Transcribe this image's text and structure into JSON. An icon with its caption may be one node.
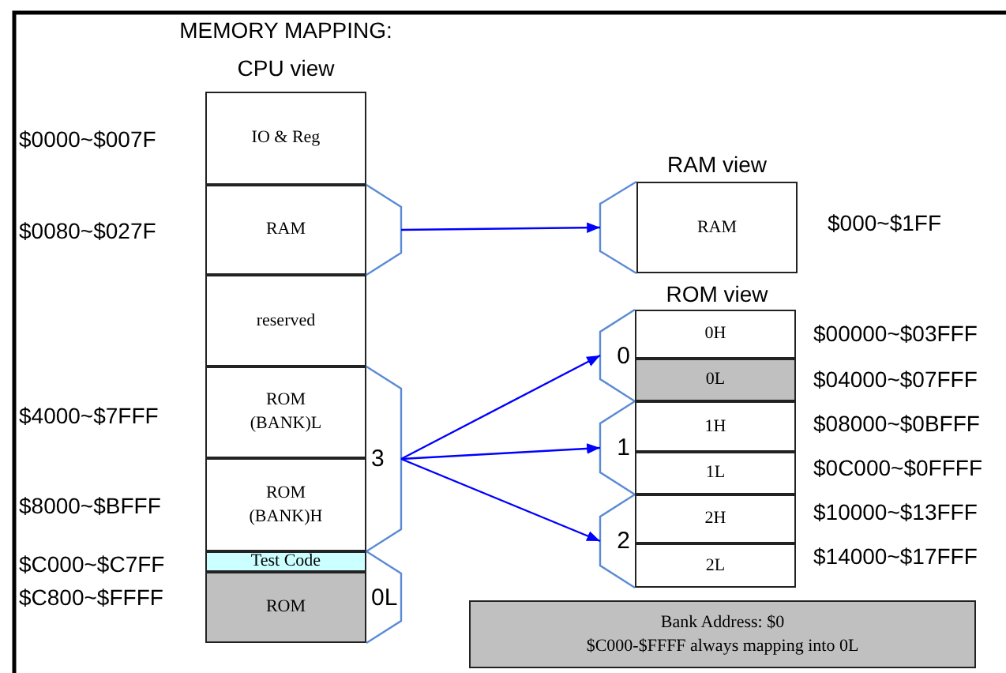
{
  "diagram": {
    "title": "MEMORY MAPPING:",
    "nodes": [
      {
        "text": [
          "IO & Reg"
        ],
        "beside": [
          "$0000~$007F"
        ]
      },
      {
        "text": [
          "RAM"
        ],
        "beside": [
          "$0080~$027F"
        ]
      },
      {
        "text": [
          "reserved"
        ]
      },
      {
        "text": [
          "ROM (BANK)L"
        ],
        "beside": [
          "$4000~$7FFF"
        ]
      },
      {
        "text": [
          "ROM (BANK)H"
        ],
        "beside": [
          "$8000~$BFFF"
        ]
      },
      {
        "text": [
          "Test Code"
        ],
        "beside": [
          "$C000~$C7FF"
        ]
      },
      {
        "text": [
          "ROM"
        ],
        "beside": [
          "$C800~$FFFF"
        ]
      },
      {
        "text": [],
        "shape": "bracket"
      },
      {
        "text": [
          "3"
        ]
      },
      {
        "text": [
          "0L"
        ]
      },
      {
        "text": [],
        "shape": "bracket"
      },
      {
        "text": [
          "RAM"
        ],
        "beside": [
          "$000~$1FF"
        ]
      },
      {
        "text": [
          "0"
        ]
      },
      {
        "text": [
          "1"
        ]
      },
      {
        "text": [
          "2"
        ]
      },
      {
        "text": [
          "0H"
        ],
        "beside": [
          "$00000~$03FFF"
        ]
      },
      {
        "text": [
          "0L"
        ],
        "beside": [
          "$04000~$07FFF"
        ]
      },
      {
        "text": [
          "1H"
        ],
        "beside": [
          "$08000~$0BFFF"
        ]
      },
      {
        "text": [
          "1L"
        ],
        "beside": [
          "$0C000~$0FFFF"
        ]
      },
      {
        "text": [
          "2H"
        ],
        "beside": [
          "$10000~$13FFF"
        ]
      },
      {
        "text": [
          "2L"
        ],
        "beside": [
          "$14000~$17FFF"
        ]
      },
      {
        "text": [
          "Bank Address: $0",
          "$C000-$FFFF always mapping into 0L"
        ]
      }
    ],
    "edges": [
      {
        "from": 7,
        "to": 10,
        "arrow": "to"
      },
      {
        "from": 8,
        "to": 12,
        "arrow": "to"
      },
      {
        "from": 8,
        "to": 13,
        "arrow": "to"
      },
      {
        "from": 8,
        "to": 14,
        "arrow": "to"
      }
    ],
    "labels": [
      "CPU view",
      "RAM view",
      "ROM view"
    ]
  }
}
